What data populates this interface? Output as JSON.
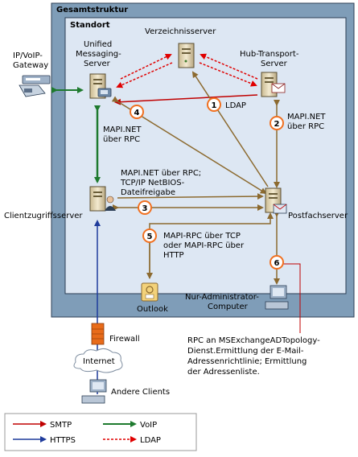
{
  "containers": {
    "outer_title": "Gesamtstruktur",
    "inner_title": "Standort"
  },
  "nodes": {
    "directory_server": "Verzeichnisserver",
    "um_server": [
      "Unified",
      "Messaging-",
      "Server"
    ],
    "hub_transport": [
      "Hub-Transport-",
      "Server"
    ],
    "voip_gateway": [
      "IP/VoIP-",
      "Gateway"
    ],
    "client_access": "Clientzugriffsserver",
    "mailbox_server": "Postfachserver",
    "outlook": "Outlook",
    "admin_computer": [
      "Nur-Administrator-",
      "Computer"
    ],
    "firewall": "Firewall",
    "internet": "Internet",
    "other_clients": "Andere Clients"
  },
  "connections": {
    "label_1": "LDAP",
    "label_2": [
      "MAPI.NET",
      "über RPC"
    ],
    "label_4": [
      "MAPI.NET",
      "über RPC"
    ],
    "label_3": [
      "MAPI.NET über RPC;",
      "TCP/IP NetBIOS-",
      "Dateifreigabe"
    ],
    "label_5": [
      "MAPI-RPC über TCP",
      "oder MAPI-RPC über",
      "HTTP"
    ],
    "label_6": [
      "RPC an MSExchangeADTopology-",
      "Dienst.Ermittlung der E-Mail-",
      "Adressenrichtlinie; Ermittlung",
      "der Adressenliste."
    ]
  },
  "markers": [
    "1",
    "2",
    "3",
    "4",
    "5",
    "6"
  ],
  "legend": {
    "smtp": "SMTP",
    "https": "HTTPS",
    "voip": "VoIP",
    "ldap": "LDAP"
  },
  "colors": {
    "smtp": "#c00000",
    "https": "#1f3c9c",
    "voip": "#1e7a2e",
    "ldap": "#e00000",
    "mapi": "#8c6a2f",
    "marker": "#f07020",
    "outer_bg": "#7f9db8",
    "inner_bg": "#dde7f3"
  }
}
